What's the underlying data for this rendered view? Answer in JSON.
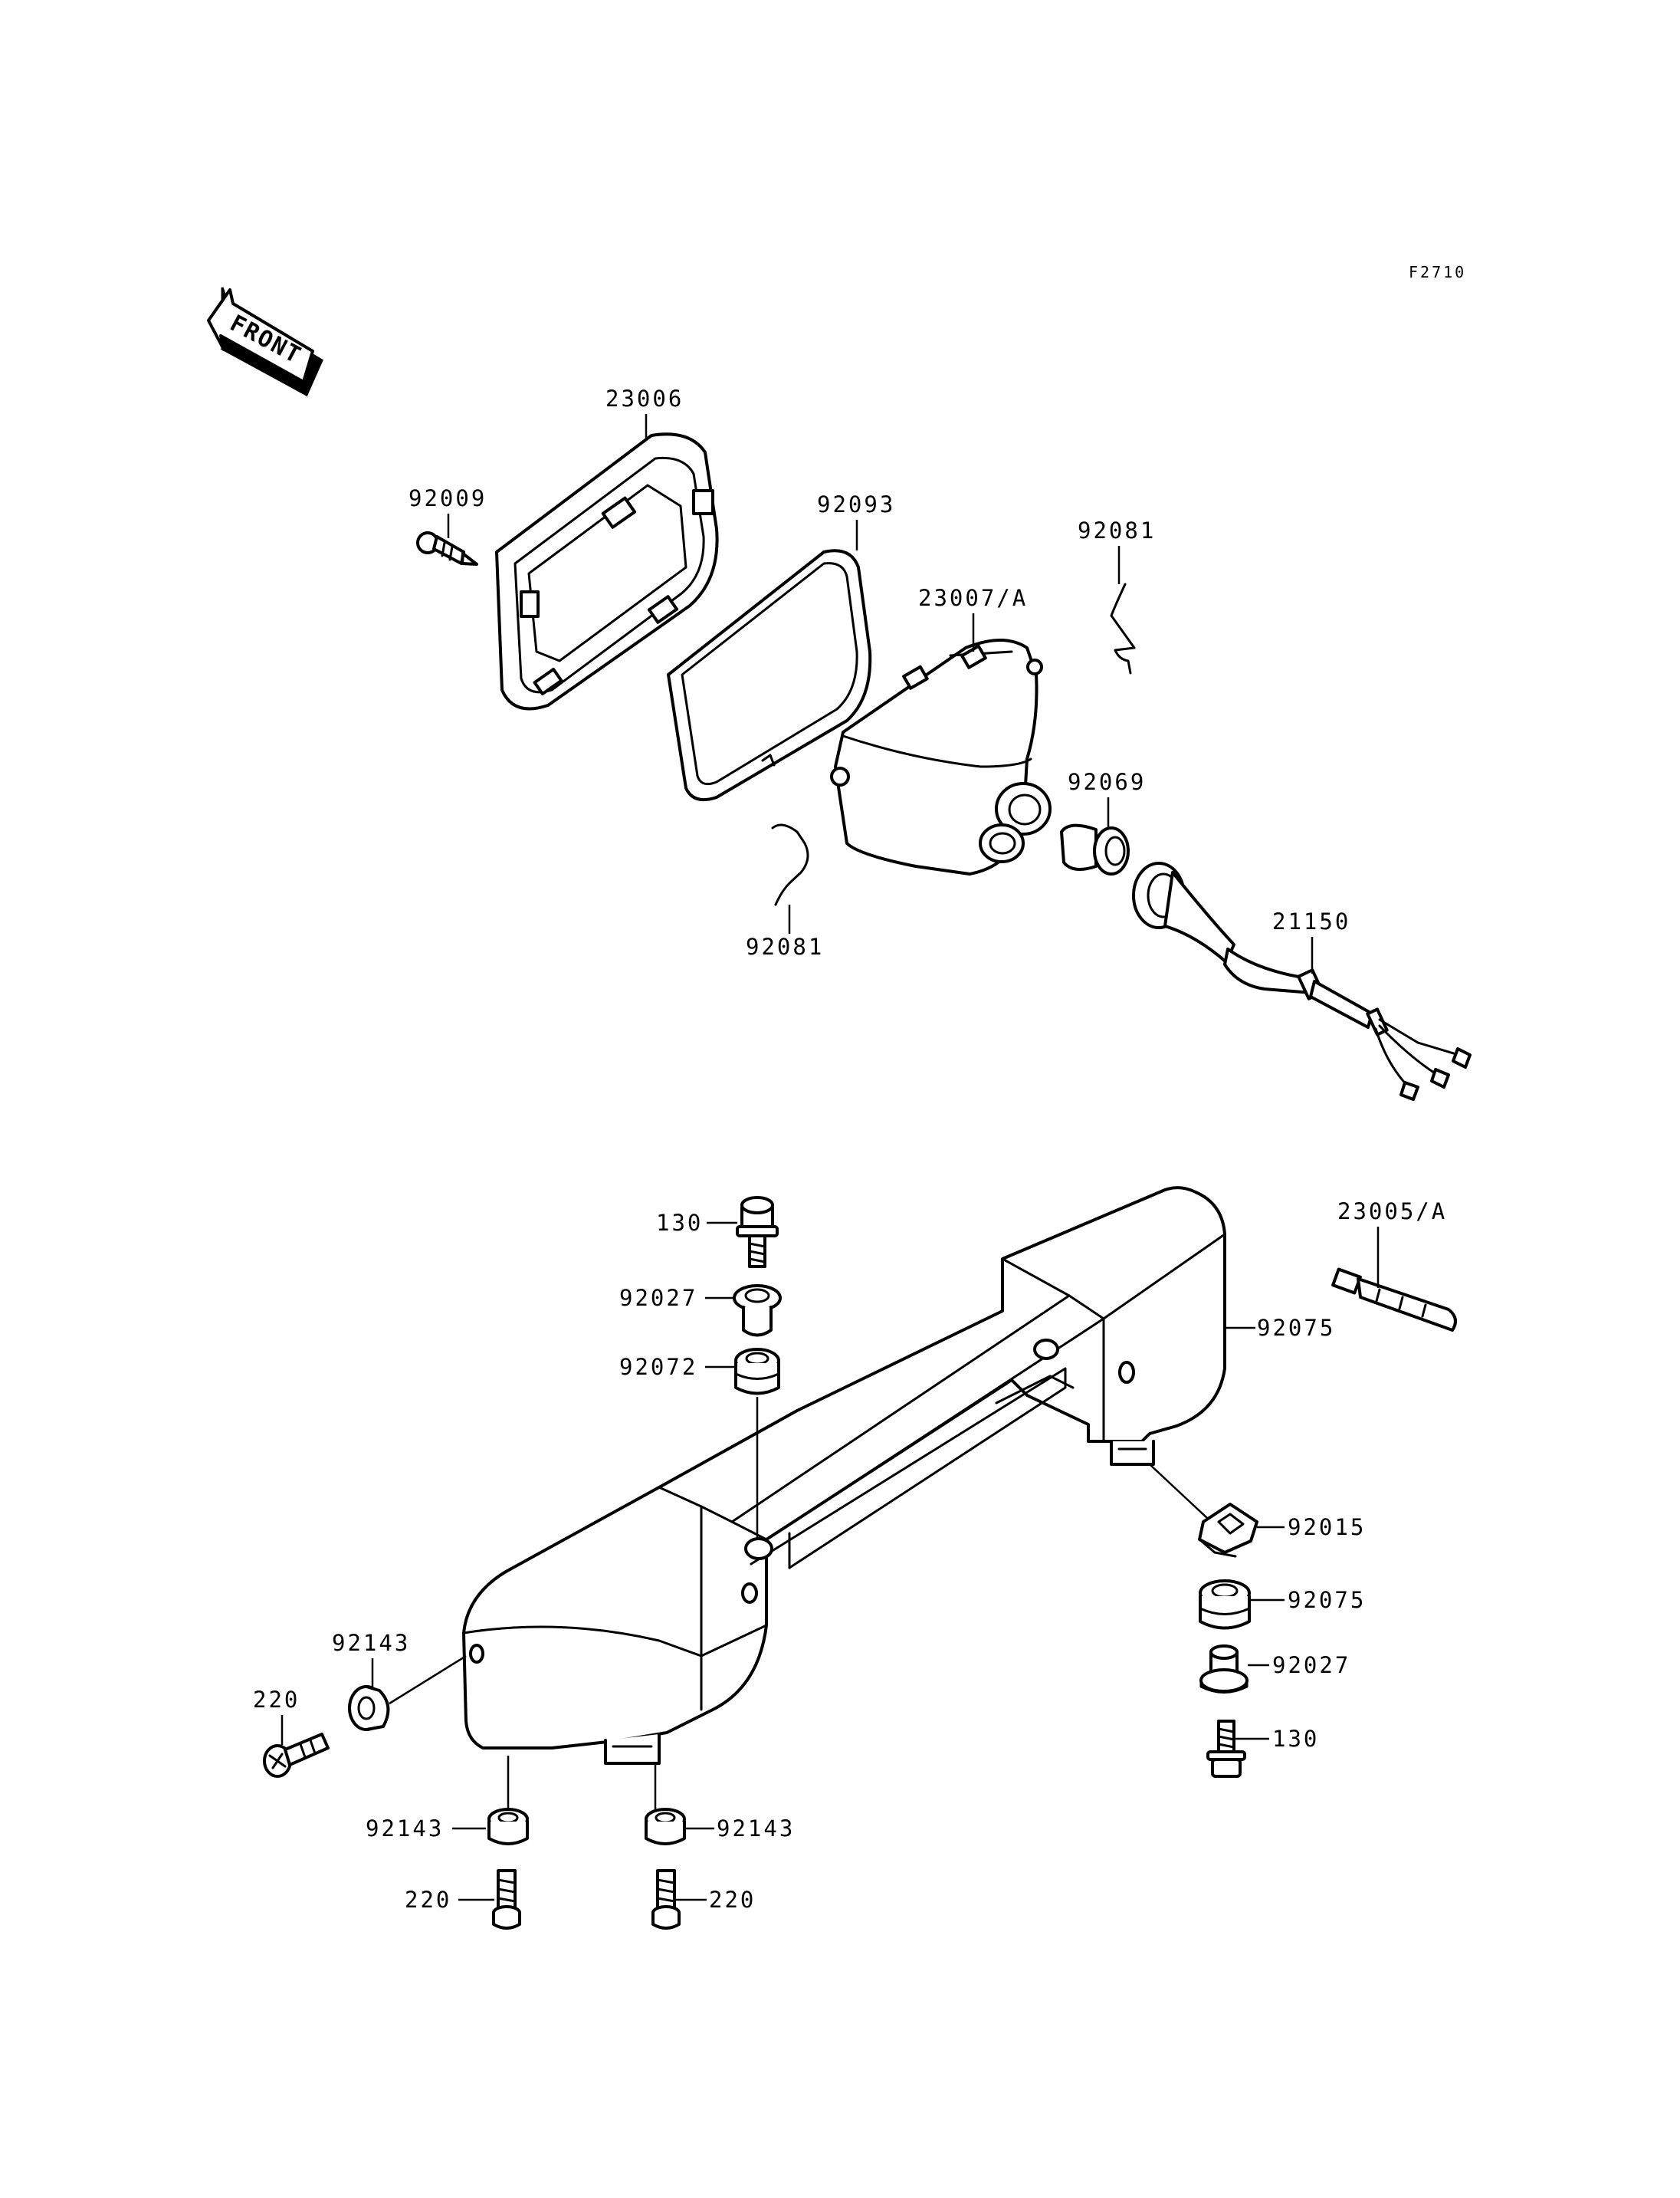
{
  "figure_code": "F2710",
  "front_arrow": {
    "text": "FRONT",
    "icon": "front-direction-arrow-icon"
  },
  "callouts": [
    {
      "id": "c-23006",
      "label": "23006"
    },
    {
      "id": "c-92009",
      "label": "92009"
    },
    {
      "id": "c-92093",
      "label": "92093"
    },
    {
      "id": "c-92081-top",
      "label": "92081"
    },
    {
      "id": "c-23007a",
      "label": "23007/A"
    },
    {
      "id": "c-92069",
      "label": "92069"
    },
    {
      "id": "c-92081-bot",
      "label": "92081"
    },
    {
      "id": "c-21150",
      "label": "21150"
    },
    {
      "id": "c-130-top",
      "label": "130"
    },
    {
      "id": "c-92027-top",
      "label": "92027"
    },
    {
      "id": "c-92075-top",
      "label": "92075"
    },
    {
      "id": "c-92072",
      "label": "92072"
    },
    {
      "id": "c-23005a",
      "label": "23005/A"
    },
    {
      "id": "c-92015",
      "label": "92015"
    },
    {
      "id": "c-92075-right",
      "label": "92075"
    },
    {
      "id": "c-92027-right",
      "label": "92027"
    },
    {
      "id": "c-130-right",
      "label": "130"
    },
    {
      "id": "c-92143-left",
      "label": "92143"
    },
    {
      "id": "c-220-left",
      "label": "220"
    },
    {
      "id": "c-92143-botleft",
      "label": "92143"
    },
    {
      "id": "c-92143-botright",
      "label": "92143"
    },
    {
      "id": "c-220-botleft",
      "label": "220"
    },
    {
      "id": "c-220-botright",
      "label": "220"
    }
  ]
}
